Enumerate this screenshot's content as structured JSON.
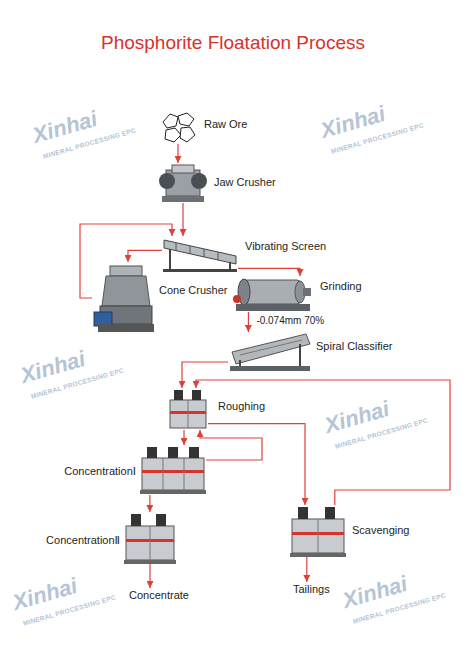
{
  "diagram": {
    "title": "Phosphorite Floatation Process",
    "nodes": [
      {
        "text": [
          "Raw Ore"
        ]
      },
      {
        "text": [
          "Jaw Crusher"
        ]
      },
      {
        "text": [
          "Vibrating Screen"
        ]
      },
      {
        "text": [
          "Cone Crusher"
        ]
      },
      {
        "text": [
          "Grinding"
        ]
      },
      {
        "text": [
          "Spiral Classifier"
        ]
      },
      {
        "text": [
          "Roughing"
        ]
      },
      {
        "text": [
          "ConcentrationⅠ"
        ]
      },
      {
        "text": [
          "ConcentrationⅡ"
        ]
      },
      {
        "text": [
          "Scavenging"
        ]
      },
      {
        "text": [
          "Tailings"
        ]
      },
      {
        "text": [
          "Concentrate"
        ]
      }
    ],
    "edges": [
      {
        "from": 0,
        "to": 1,
        "arrow": "to"
      },
      {
        "from": 1,
        "to": 2,
        "arrow": "to"
      },
      {
        "from": 2,
        "to": 3,
        "arrow": "to"
      },
      {
        "from": 3,
        "to": 2,
        "arrow": "to"
      },
      {
        "from": 2,
        "to": 4,
        "arrow": "to"
      },
      {
        "from": 4,
        "to": 5,
        "label": "-0.074mm 70%",
        "arrow": "to"
      },
      {
        "from": 5,
        "to": 6,
        "arrow": "to"
      },
      {
        "from": 6,
        "to": 7,
        "arrow": "to"
      },
      {
        "from": 6,
        "to": 9,
        "arrow": "to"
      },
      {
        "from": 7,
        "to": 6,
        "arrow": "to"
      },
      {
        "from": 7,
        "to": 8,
        "arrow": "to"
      },
      {
        "from": 8,
        "to": 11,
        "arrow": "to"
      },
      {
        "from": 9,
        "to": 6,
        "arrow": "to"
      },
      {
        "from": 9,
        "to": 10,
        "arrow": "to"
      }
    ],
    "labels": [
      "Xinhai",
      "MINERAL PROCESSING EPC",
      "Xinhai",
      "MINERAL PROCESSING EPC",
      "Xinhai",
      "MINERAL PROCESSING EPC",
      "Xinhai",
      "MINERAL PROCESSING EPC",
      "Xinhai",
      "MINERAL PROCESSING EPC",
      "Xinhai",
      "MINERAL PROCESSING EPC"
    ]
  }
}
